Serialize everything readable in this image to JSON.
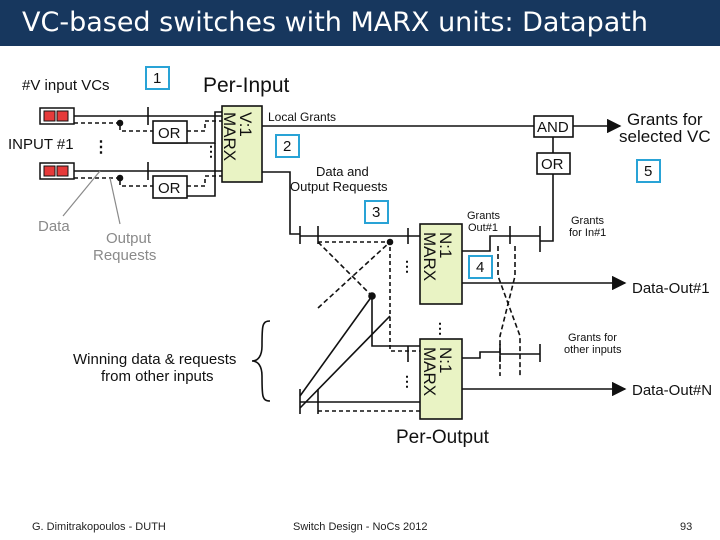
{
  "slide": {
    "title": "VC-based switches with MARX units: Datapath",
    "footer_left": "G. Dimitrakopoulos - DUTH",
    "footer_center": "Switch Design - NoCs 2012",
    "page_number": "93"
  },
  "diagram": {
    "labels": {
      "input_vcs": "#V input VCs",
      "per_input": "Per-Input",
      "input1": "INPUT #1",
      "local_grants": "Local Grants",
      "grants_selected_1": "Grants for",
      "grants_selected_2": "selected VC",
      "data_req_1": "Data and",
      "data_req_2": "Output Requests",
      "grants_out_1": "Grants",
      "grants_out_2": "Out#1",
      "grants_in_1": "Grants",
      "grants_in_2": "for In#1",
      "data": "Data",
      "output_req_1": "Output",
      "output_req_2": "Requests",
      "data_out_1": "Data-Out#1",
      "grants_other_1": "Grants for",
      "grants_other_2": "other inputs",
      "winning_1": "Winning data & requests",
      "winning_2": "from other inputs",
      "data_out_n": "Data-Out#N",
      "per_output": "Per-Output"
    },
    "gates": {
      "or_top": "OR",
      "or_bottom": "OR",
      "and": "AND",
      "or_right": "OR"
    },
    "marx": {
      "v1_top": "V:1",
      "v1_bottom": "MARX",
      "n1_top": "N:1",
      "n1_bottom": "MARX",
      "n2_top": "N:1",
      "n2_bottom": "MARX"
    },
    "steps": [
      "1",
      "2",
      "3",
      "4",
      "5"
    ],
    "colors": {
      "marx_fill": "#e9f3c4",
      "step_border": "#29a3d6",
      "queue_fill": "#e63a3a",
      "title_bar": "#17375e"
    }
  }
}
